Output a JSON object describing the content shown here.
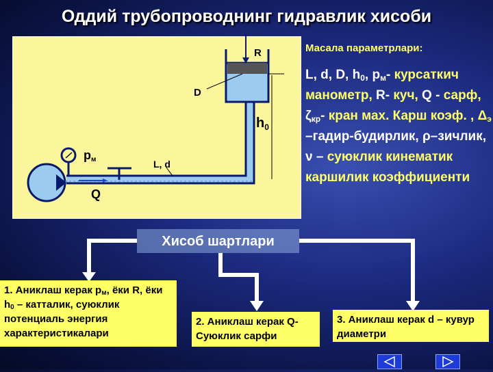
{
  "title": "Оддий трубопроводнинг гидравлик хисоби",
  "diagram": {
    "R": "R",
    "D": "D",
    "h": "h",
    "h_sub": "0",
    "p": "p",
    "p_sub": "м",
    "Ld": "L, d",
    "Q": "Q"
  },
  "params": {
    "heading": "Масала параметрлари:",
    "segments": [
      {
        "t": "L, d, D, h",
        "c": "w"
      },
      {
        "t": "0",
        "c": "w",
        "sub": true
      },
      {
        "t": ", p",
        "c": "w"
      },
      {
        "t": "м",
        "c": "w",
        "sub": true
      },
      {
        "t": "-",
        "c": "w"
      },
      {
        "t": " курсаткич манометр, ",
        "c": "y"
      },
      {
        "t": "R- ",
        "c": "w"
      },
      {
        "t": "куч, ",
        "c": "y"
      },
      {
        "t": "Q - ",
        "c": "w"
      },
      {
        "t": "сарф, ",
        "c": "y"
      },
      {
        "t": "ζ",
        "c": "w"
      },
      {
        "t": "кр",
        "c": "w",
        "sub": true
      },
      {
        "t": "-",
        "c": "w"
      },
      {
        "t": " кран мах. Карш коэф. ",
        "c": "y"
      },
      {
        "t": ", Δ",
        "c": "y"
      },
      {
        "t": "э",
        "c": "y",
        "sub": true
      },
      {
        "t": " –гадир-будирлик, ",
        "c": "w"
      },
      {
        "t": "ρ–зичлик, ",
        "c": "w"
      },
      {
        "t": "ν – ",
        "c": "w"
      },
      {
        "t": "суюклик кинематик каршилик коэффициенти",
        "c": "y"
      }
    ]
  },
  "calc_label": "Хисоб шартлари",
  "boxes": {
    "b1": {
      "a": "1. Аниклаш керак p",
      "a_sub": "м",
      "b": ", ёки R, ёки h",
      "b_sub": "0",
      "c": " – катталик, суюклик потенциаль энергия характеристикалари"
    },
    "b2": "2. Аниклаш керак Q-Суюклик сарфи",
    "b3": "3. Аниклаш керак d – кувур диаметри"
  },
  "nav": {
    "prev": "◁",
    "next": "▷"
  }
}
